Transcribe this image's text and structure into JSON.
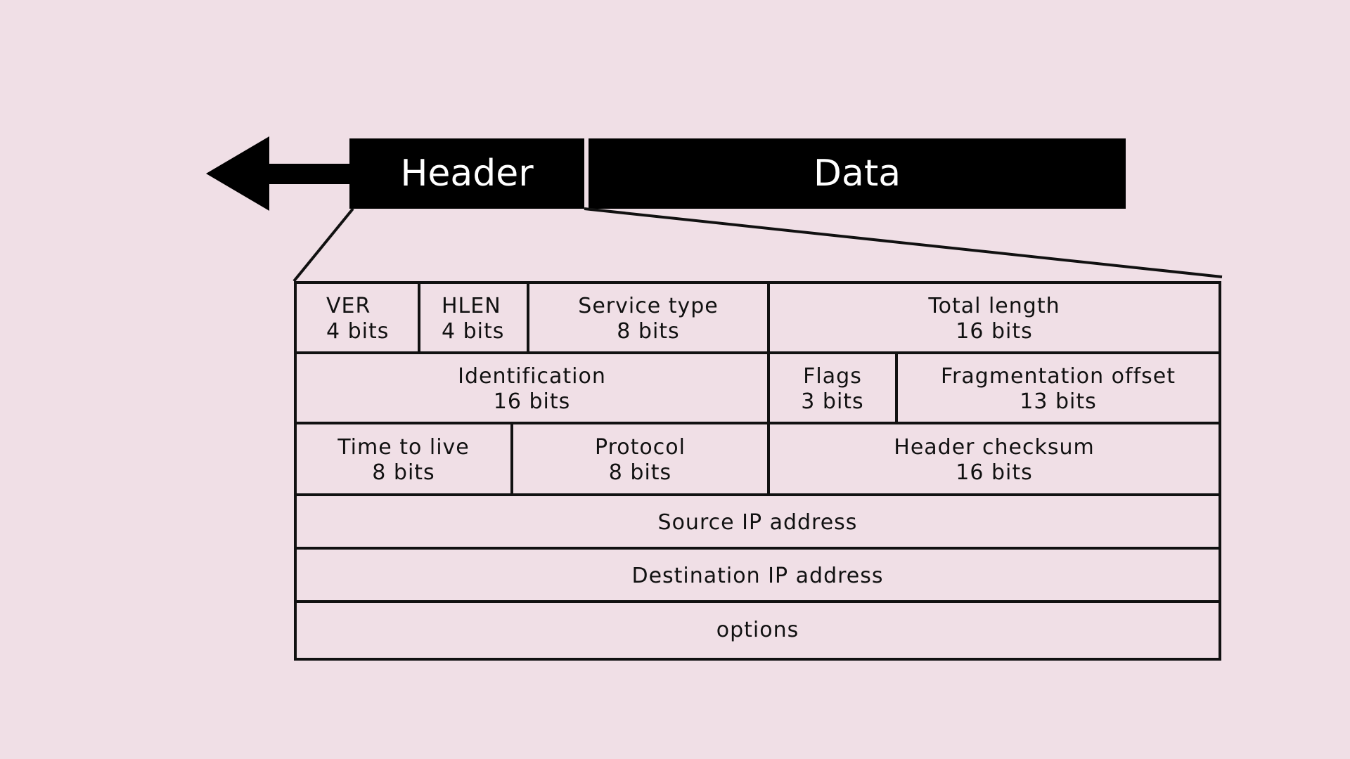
{
  "packet": {
    "header_label": "Header",
    "data_label": "Data"
  },
  "fields": {
    "ver": {
      "name": "VER",
      "bits": "4 bits"
    },
    "hlen": {
      "name": "HLEN",
      "bits": "4 bits"
    },
    "service_type": {
      "name": "Service type",
      "bits": "8 bits"
    },
    "total_length": {
      "name": "Total length",
      "bits": "16 bits"
    },
    "identification": {
      "name": "Identification",
      "bits": "16 bits"
    },
    "flags": {
      "name": "Flags",
      "bits": "3 bits"
    },
    "fragmentation_offset": {
      "name": "Fragmentation offset",
      "bits": "13 bits"
    },
    "time_to_live": {
      "name": "Time to live",
      "bits": "8 bits"
    },
    "protocol": {
      "name": "Protocol",
      "bits": "8 bits"
    },
    "header_checksum": {
      "name": "Header checksum",
      "bits": "16 bits"
    },
    "source_ip": {
      "name": "Source IP address"
    },
    "destination_ip": {
      "name": "Destination IP address"
    },
    "options": {
      "name": "options"
    }
  },
  "colors": {
    "background": "#f0dfe6",
    "bar": "#000000",
    "bar_text": "#ffffff",
    "lines": "#111111"
  }
}
